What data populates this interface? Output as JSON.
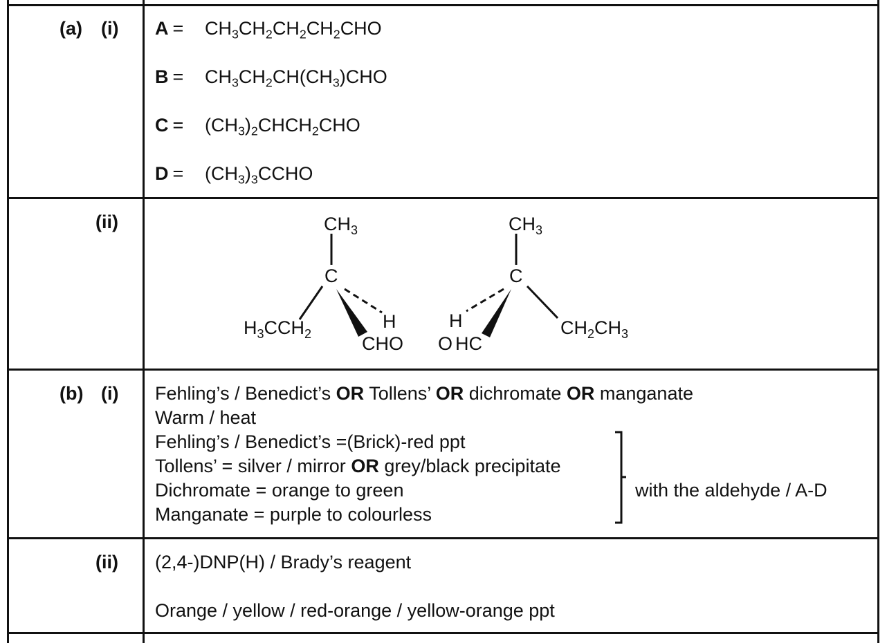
{
  "part_a": {
    "label_a": "(a)",
    "label_i": "(i)",
    "label_ii": "(ii)",
    "structures": [
      {
        "letter": "A",
        "equals": "=",
        "formula_parts": [
          "CH",
          "3",
          "CH",
          "2",
          "CH",
          "2",
          "CH",
          "2",
          "CHO"
        ]
      },
      {
        "letter": "B",
        "equals": "=",
        "formula_parts": [
          "CH",
          "3",
          "CH",
          "2",
          "CH(CH",
          "3",
          ")CHO"
        ]
      },
      {
        "letter": "C",
        "equals": "=",
        "formula_parts": [
          "(CH",
          "3",
          ")",
          "2",
          "CHCH",
          "2",
          "CHO"
        ]
      },
      {
        "letter": "D",
        "equals": "=",
        "formula_parts": [
          "(CH",
          "3",
          ")",
          "3",
          "CCHO"
        ]
      }
    ],
    "enantiomer_labels": {
      "ch3_main": "CH",
      "ch3_sub": "3",
      "center": "C",
      "h": "H",
      "cho": "CHO",
      "left_ethyl_parts": [
        "H",
        "3",
        "CCH",
        "2"
      ],
      "right_ethyl_parts": [
        "CH",
        "2",
        "CH",
        "3"
      ],
      "mirror_cho_o": "O",
      "mirror_cho_h": "H",
      "mirror_cho_c": "C"
    }
  },
  "part_b": {
    "label_b": "(b)",
    "label_i": "(i)",
    "label_ii": "(ii)",
    "reagents_line": {
      "fehling": "Fehling’s / Benedict’s",
      "or1": "OR",
      "tollens": "Tollens’",
      "or2": "OR",
      "dichromate": "dichromate",
      "or3": "OR",
      "manganate": "manganate"
    },
    "conditions": "Warm / heat",
    "observation_fehling": "Fehling’s / Benedict’s =(Brick)-red ppt",
    "observation_tollens_a": "Tollens’ = silver / mirror",
    "observation_tollens_or": "OR",
    "observation_tollens_b": "grey/black precipitate",
    "observation_dichromate": "Dichromate = orange to green",
    "observation_manganate": "Manganate = purple to colourless",
    "bracket_note": "with the aldehyde / A-D",
    "dnp_reagent": "(2,4-)DNP(H) / Brady’s reagent",
    "dnp_observation": "Orange / yellow / red-orange / yellow-orange ppt"
  }
}
